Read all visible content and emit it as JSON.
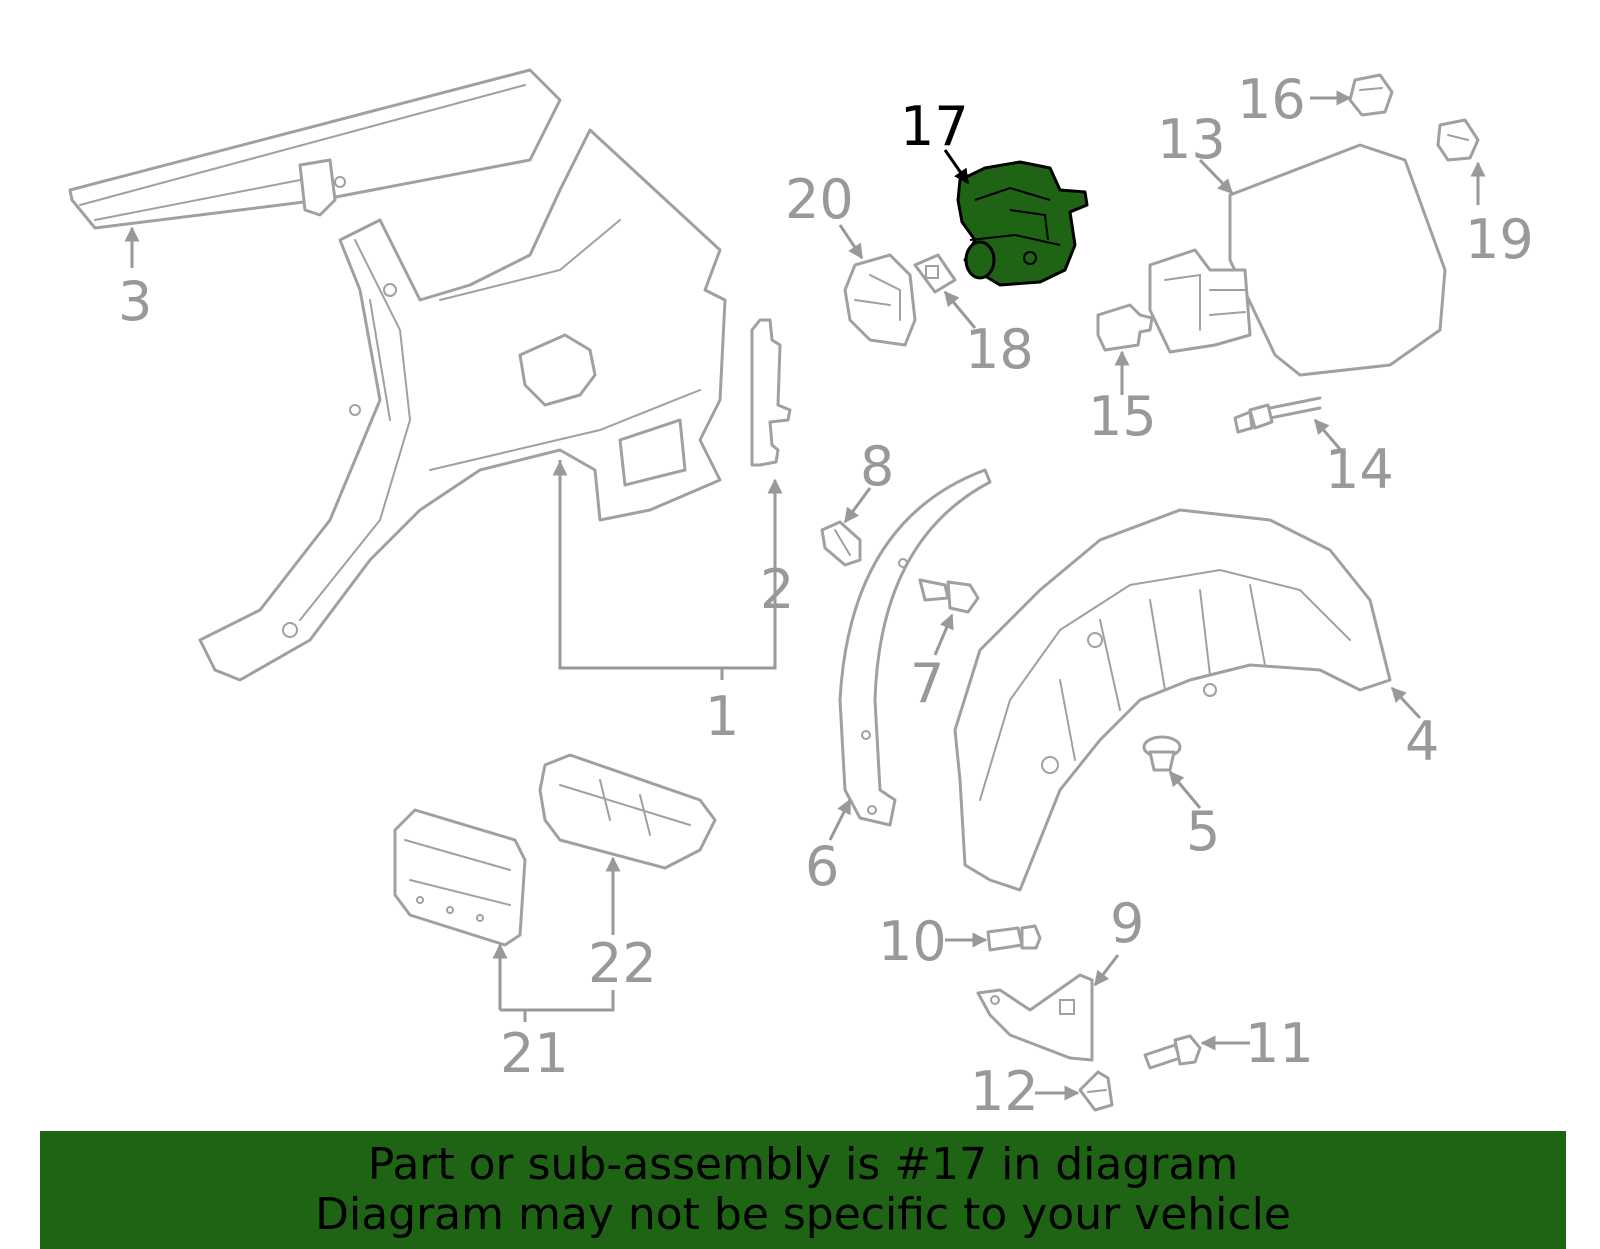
{
  "highlight_color": "#1e6414",
  "part_color": "#a0a0a0",
  "highlighted_part": "17",
  "callouts": [
    "1",
    "2",
    "3",
    "4",
    "5",
    "6",
    "7",
    "8",
    "9",
    "10",
    "11",
    "12",
    "13",
    "14",
    "15",
    "16",
    "17",
    "18",
    "19",
    "20",
    "21",
    "22"
  ],
  "banner": {
    "line1": "Part or sub-assembly is #17 in diagram",
    "line2": "Diagram may not be specific to your vehicle"
  }
}
